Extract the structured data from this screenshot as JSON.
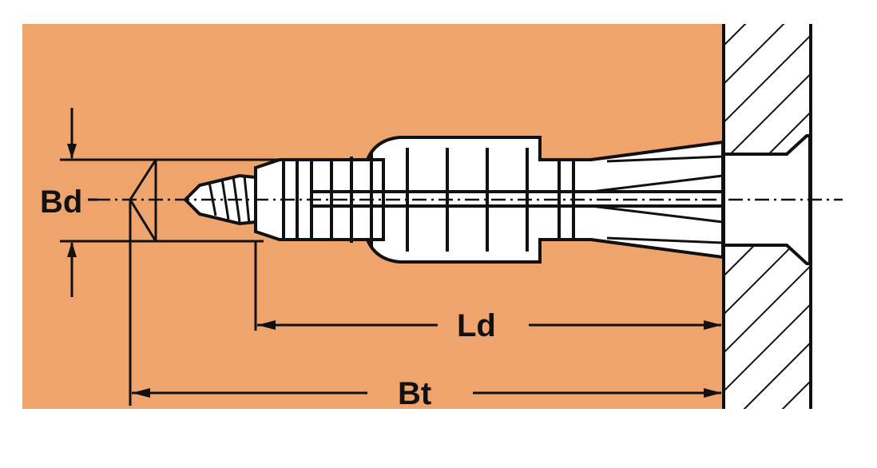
{
  "diagram": {
    "background_color": "#EFA46E",
    "line_color": "#111111",
    "labels": {
      "drill_diameter": "Bd",
      "anchor_length": "Ld",
      "drill_depth": "Bt"
    }
  }
}
